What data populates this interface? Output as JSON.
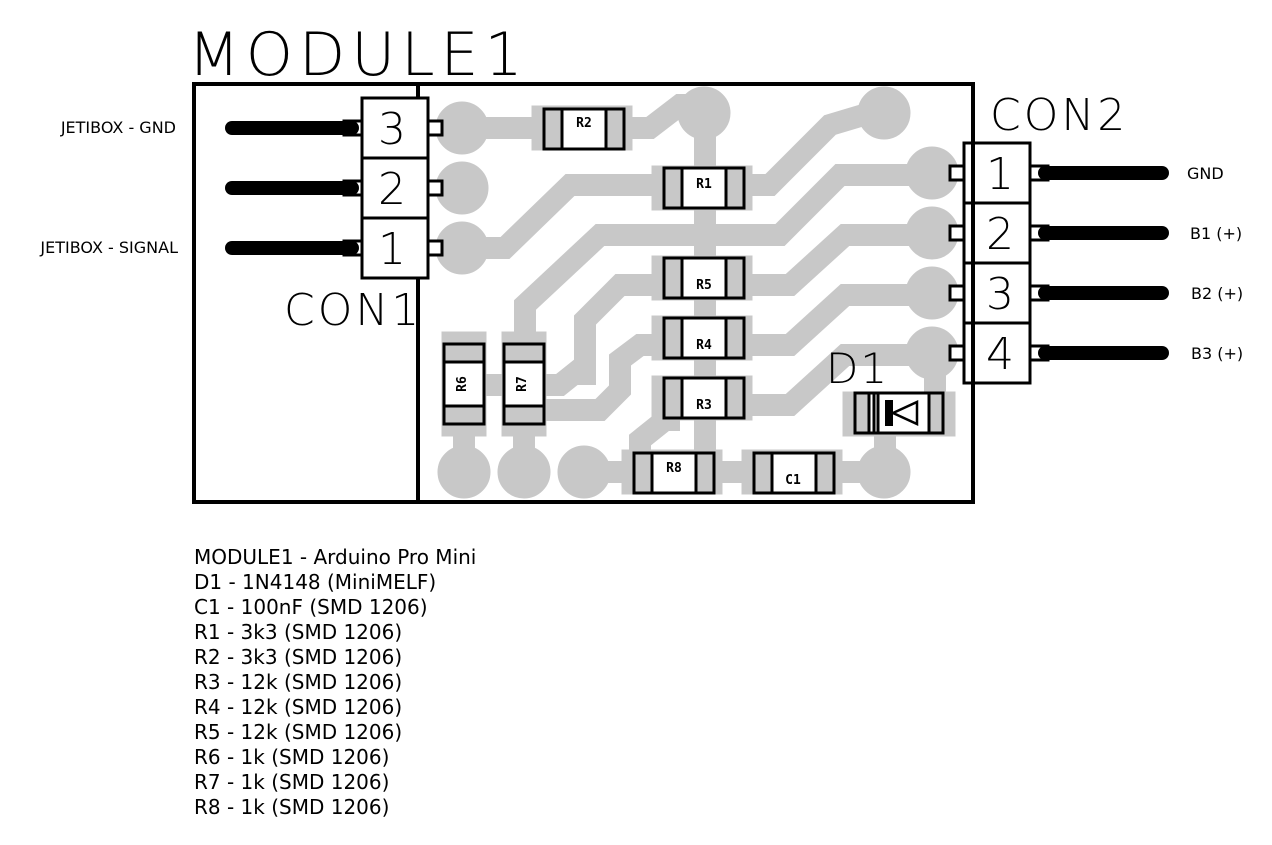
{
  "title": "MODULE1",
  "colors": {
    "copper": "#c8c8c8",
    "silk": "#000000",
    "background": "#ffffff"
  },
  "connectors": {
    "con1": {
      "label": "CON1",
      "pins": [
        "3",
        "2",
        "1"
      ],
      "wire_labels": [
        "JETIBOX - GND",
        "",
        "JETIBOX - SIGNAL"
      ]
    },
    "con2": {
      "label": "CON2",
      "pins": [
        "1",
        "2",
        "3",
        "4"
      ],
      "wire_labels": [
        "GND",
        "B1 (+)",
        "B2 (+)",
        "B3 (+)"
      ]
    }
  },
  "components": {
    "R1": "R1",
    "R2": "R2",
    "R3": "R3",
    "R4": "R4",
    "R5": "R5",
    "R6": "R6",
    "R7": "R7",
    "R8": "R8",
    "C1": "C1",
    "D1": "D1"
  },
  "bom": [
    "MODULE1 - Arduino Pro Mini",
    "D1 - 1N4148 (MiniMELF)",
    "C1 - 100nF (SMD 1206)",
    "R1 - 3k3 (SMD 1206)",
    "R2 - 3k3 (SMD 1206)",
    "R3 - 12k (SMD 1206)",
    "R4 - 12k (SMD 1206)",
    "R5 - 12k (SMD 1206)",
    "R6 - 1k (SMD 1206)",
    "R7 - 1k (SMD 1206)",
    "R8 - 1k (SMD 1206)"
  ]
}
